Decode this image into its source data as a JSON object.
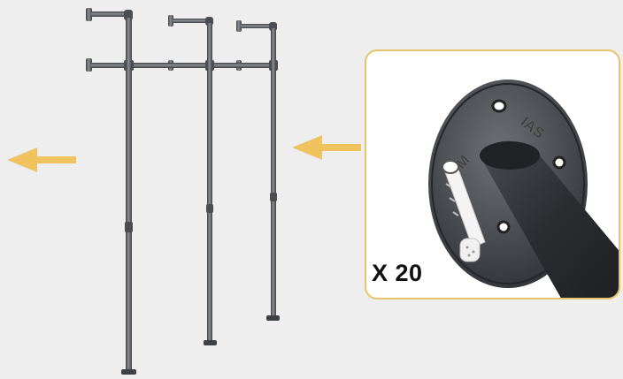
{
  "product": {
    "quantity_label": "X 20",
    "flange_emboss_left": "KIM",
    "flange_emboss_right": "IAS"
  },
  "colors": {
    "background": "#eeeeee",
    "pipe": "#5b5e62",
    "arrow": "#f0c35e",
    "inset_border": "#e8c36a"
  },
  "icons": {
    "left_arrow": "arrow-left-icon",
    "inset_arrow": "arrow-left-icon"
  }
}
